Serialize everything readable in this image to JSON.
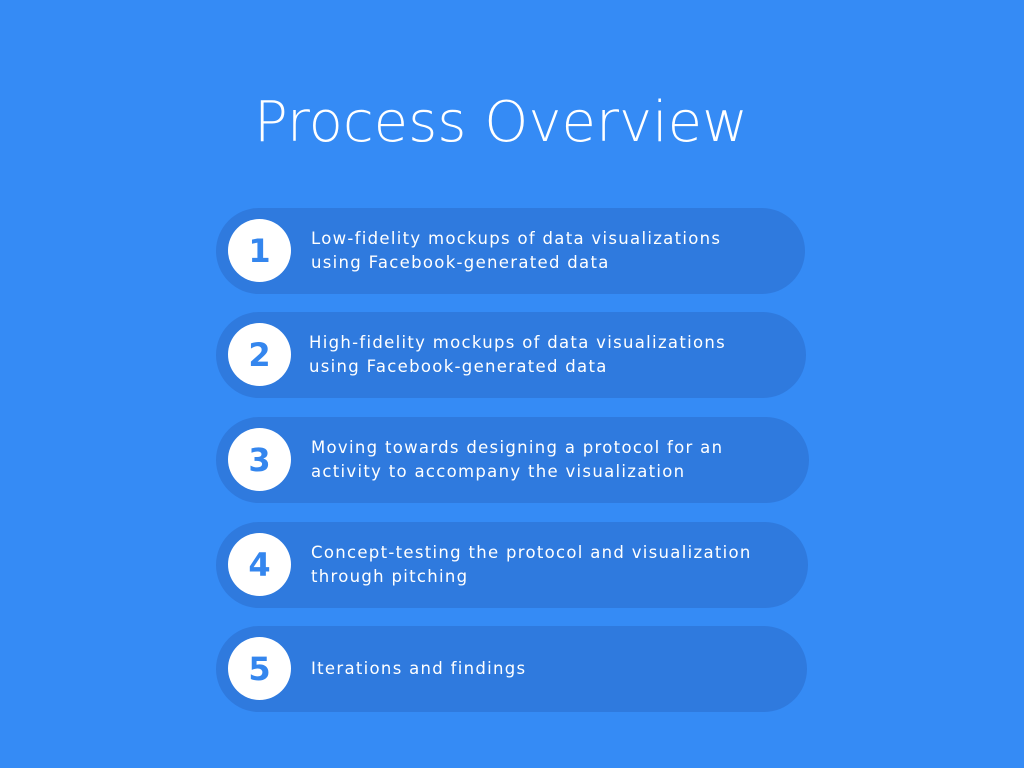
{
  "slide": {
    "title": "Process Overview"
  },
  "steps": [
    {
      "number": "1",
      "text": "Low-fidelity mockups of data visualizations\nusing Facebook-generated data"
    },
    {
      "number": "2",
      "text": "High-fidelity mockups of data visualizations\nusing Facebook-generated data"
    },
    {
      "number": "3",
      "text": "Moving towards designing a protocol for an\nactivity to accompany the visualization"
    },
    {
      "number": "4",
      "text": "Concept-testing the protocol and visualization\nthrough pitching"
    },
    {
      "number": "5",
      "text": "Iterations and findings"
    }
  ],
  "colors": {
    "background": "#358bf5",
    "pill": "#2f7ade",
    "badge": "#ffffff",
    "number": "#3486ee",
    "text": "#ffffff"
  }
}
